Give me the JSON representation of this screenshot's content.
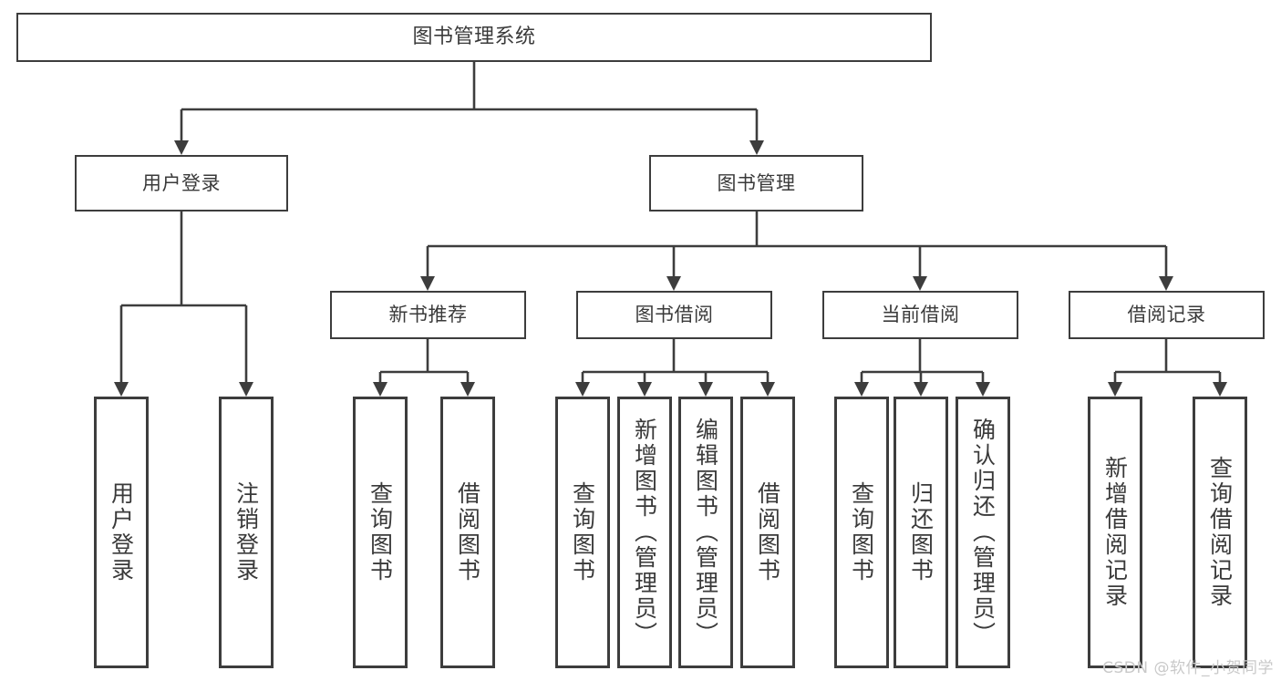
{
  "diagram": {
    "title": "图书管理系统",
    "type": "tree",
    "watermark": "CSDN @软件_小贺同学",
    "colors": {
      "stroke": "#3d3d3d",
      "text": "#3a3a3a",
      "background": "#ffffff",
      "watermark": "#c9c9c9"
    },
    "root": {
      "label": "图书管理系统"
    },
    "level1": [
      {
        "label": "用户登录"
      },
      {
        "label": "图书管理"
      }
    ],
    "level2": [
      {
        "label": "新书推荐"
      },
      {
        "label": "图书借阅"
      },
      {
        "label": "当前借阅"
      },
      {
        "label": "借阅记录"
      }
    ],
    "leaves": {
      "user_login": [
        {
          "label": "用户登录"
        },
        {
          "label": "注销登录"
        }
      ],
      "new_book_recommend": [
        {
          "label": "查询图书"
        },
        {
          "label": "借阅图书"
        }
      ],
      "book_borrow": [
        {
          "label": "查询图书"
        },
        {
          "label": "新增图书（管理员）"
        },
        {
          "label": "编辑图书（管理员）"
        },
        {
          "label": "借阅图书"
        }
      ],
      "current_borrow": [
        {
          "label": "查询图书"
        },
        {
          "label": "归还图书"
        },
        {
          "label": "确认归还（管理员）"
        }
      ],
      "borrow_record": [
        {
          "label": "新增借阅记录"
        },
        {
          "label": "查询借阅记录"
        }
      ]
    }
  }
}
